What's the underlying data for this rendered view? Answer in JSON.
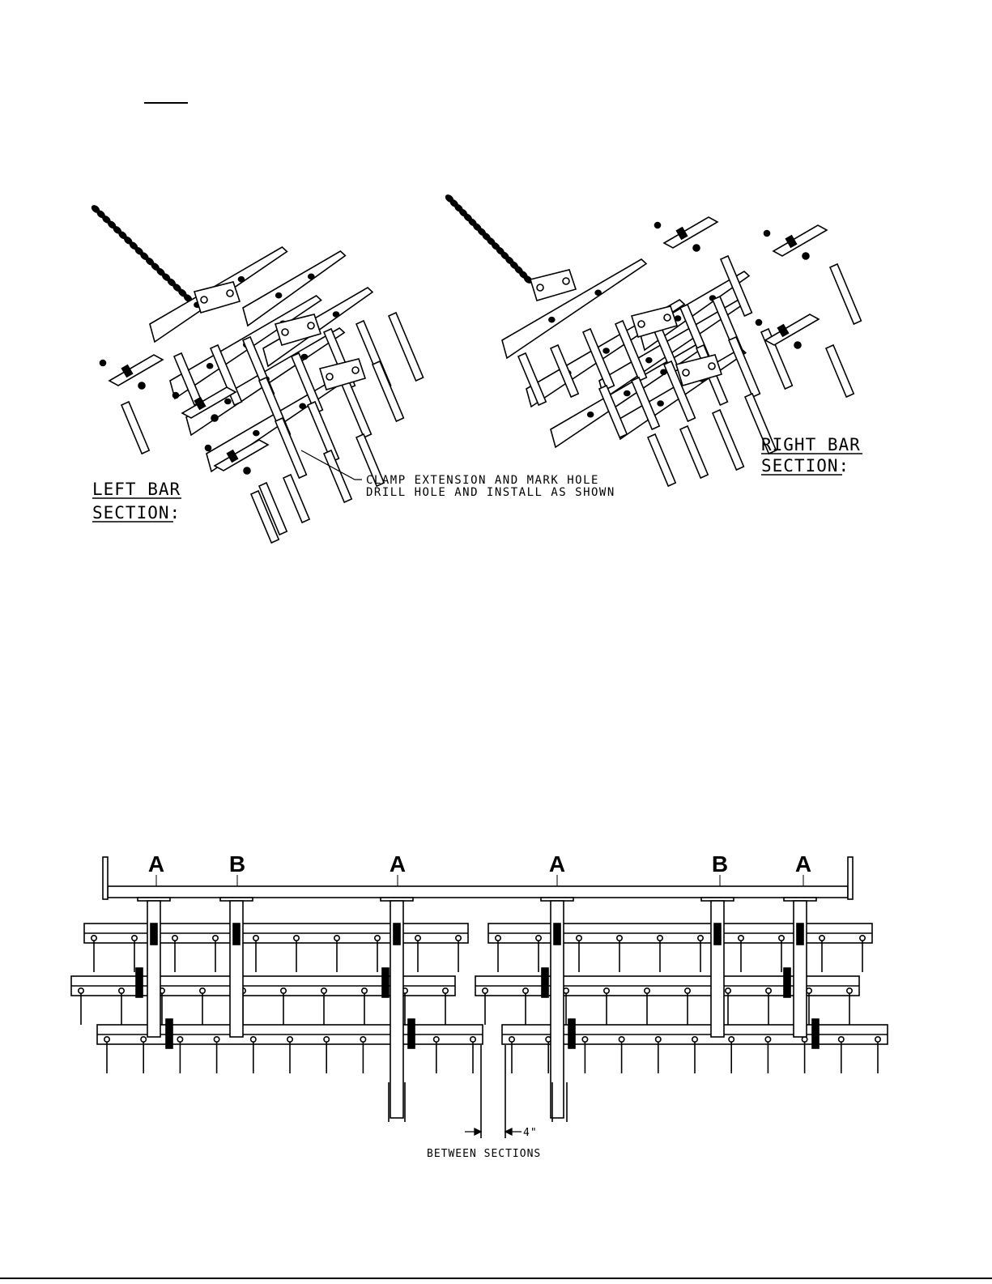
{
  "labels": {
    "left_line1": "LEFT BAR",
    "left_line2": "SECTION:",
    "right_line1": "RIGHT BAR",
    "right_line2": "SECTION:",
    "note_line1": "CLAMP EXTENSION AND MARK HOLE",
    "note_line2": "DRILL HOLE AND INSTALL AS SHOWN"
  },
  "mounts": [
    "A",
    "B",
    "A",
    "A",
    "B",
    "A"
  ],
  "dimension": {
    "value": "4\"",
    "caption": "BETWEEN SECTIONS"
  }
}
